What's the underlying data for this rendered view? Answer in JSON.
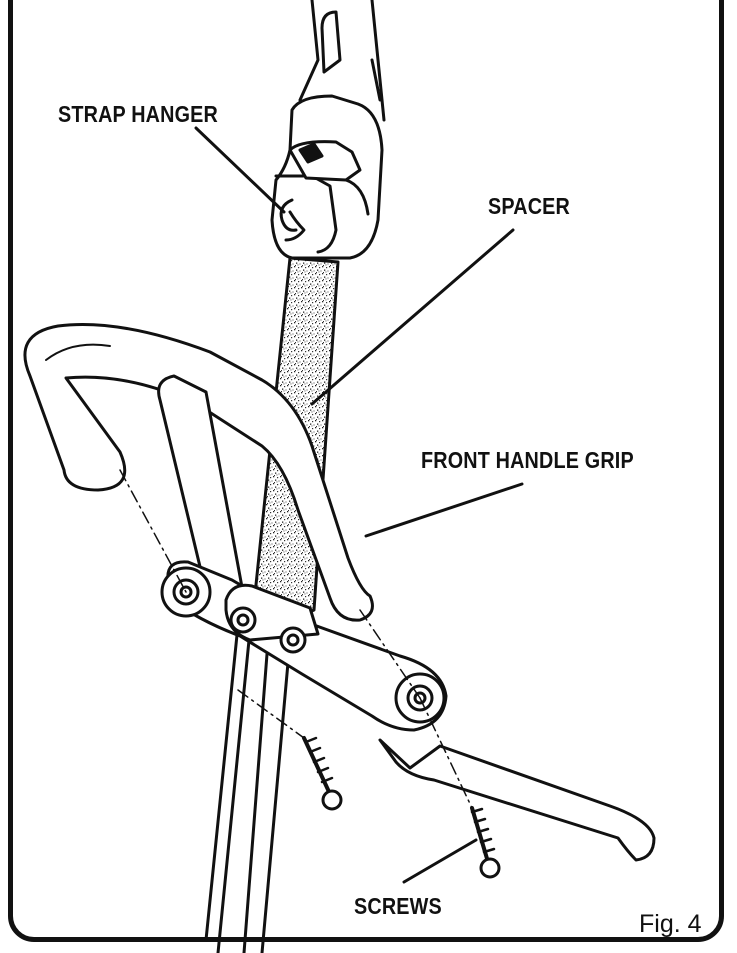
{
  "labels": {
    "strap_hanger": "STRAP HANGER",
    "spacer": "SPACER",
    "front_handle_grip": "FRONT HANDLE GRIP",
    "screws": "SCREWS"
  },
  "figure_label": "Fig. 4",
  "colors": {
    "ink": "#111111",
    "background": "#ffffff"
  }
}
